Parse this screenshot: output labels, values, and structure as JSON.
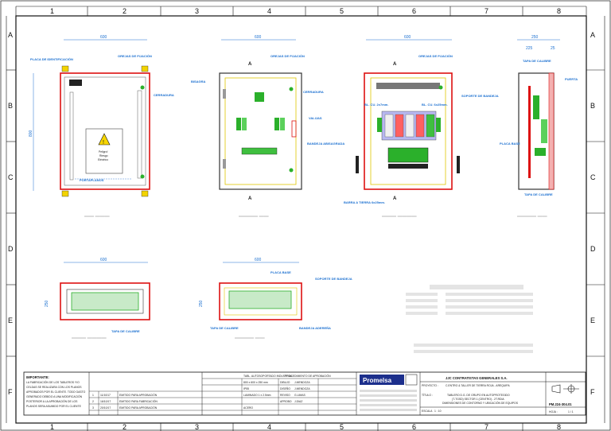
{
  "grid": {
    "columns": [
      "1",
      "2",
      "3",
      "4",
      "5",
      "6",
      "7",
      "8"
    ],
    "rows": [
      "A",
      "B",
      "C",
      "D",
      "E",
      "F"
    ]
  },
  "views": {
    "front": {
      "width_dim": "600",
      "height_dim": "800",
      "labels": [
        "PLACA DE IDENTIFICACIÓN",
        "OREJAS DE FIJACIÓN",
        "CERRADURA",
        "PORTAPLANOS"
      ],
      "warning_text": [
        "Peligro!",
        "Riesgo",
        "Eléctrico"
      ]
    },
    "interior_door": {
      "width_dim": "600",
      "section": "A",
      "labels": [
        "BISAGRA",
        "OREJAS DE FIJACIÓN",
        "CERRADURA",
        "VALIJAS",
        "BANDEJA ABISAGRADA"
      ]
    },
    "interior": {
      "width_dim": "600",
      "section": "A",
      "labels": [
        "OREJAS DE FIJACIÓN",
        "SOPORTE DE BANDEJA",
        "BL. CU. 2x7mm.",
        "BL. CU. 6x25mm.",
        "BARRA A TIERRA 6x25mm."
      ]
    },
    "side": {
      "width_dims": [
        "250",
        "225",
        "25"
      ],
      "labels": [
        "TAPA DE CALIBRE",
        "PUERTA",
        "PLACA BASE",
        "TAPA DE CALIBRE"
      ]
    },
    "bottom_left": {
      "width_dim": "600",
      "height_dim": "250",
      "labels": [
        "TAPA DE CALIBRE"
      ]
    },
    "bottom_mid": {
      "width_dim": "600",
      "height_dim": "250",
      "labels": [
        "PLACA BASE",
        "SOPORTE DE BANDEJA",
        "TAPA DE CALIBRE",
        "BANDEJA ADEREÑA"
      ]
    }
  },
  "titleblock": {
    "notes_title": "IMPORTANTE:",
    "notes": [
      "LA FABRICACIÓN DE LOS TABLEROS Y/O",
      "CELDAS SE REALIZARA CON LOS PLANOS",
      "APROBADOS POR EL CLIENTE. TODO GASTO",
      "GENERADO DEBIDO A UNA MODIFICACIÓN",
      "POSTERIOR A LA APROBACIÓN DE LOS",
      "PLANOS SERA ASUMIDO POR EL CLIENTE"
    ],
    "revisions": [
      {
        "rev": "1",
        "date": "11/10/17",
        "desc": "EMITIDO PARA APROBACIÓN"
      },
      {
        "rev": "2",
        "date": "16/10/17",
        "desc": "EMITIDO PARA FABRICACIÓN"
      },
      {
        "rev": "3",
        "date": "20/10/17",
        "desc": "EMITIDO PARA APROBACIÓN"
      }
    ],
    "company": "Promelsa",
    "client": "JJC CONTRATISTAS GENERALES S.A.",
    "project_label": "PROYECTO :",
    "project": "C.ENTRO & TALLER DE TIERRA ROJA - AREQUIPA",
    "title_label": "TÍTULO :",
    "title_lines": [
      "TABLERO D.G. DE GRUPO EN AUTOPROTEGIDO",
      "(T-TGSD) SECTOR 1 (CENTRO) - 2T.RDIA",
      "DIMENSIONES DE CONTORNO Y UBICACIÓN DE EQUIPOS"
    ],
    "plan_number": "PM.224-304.01",
    "sheet_label": "HOJA :",
    "sheet": "1 / 1",
    "scale_label": "ESCALA",
    "scale": "1 : 10",
    "spec_header": "TABL. AUTOSOPORTADO INDUSTRIAL",
    "spec_size": "800 x 600 x 250 mm",
    "spec_ip": "IP55",
    "spec_color": "ACERO",
    "spec_material": "LAMINADO 1 x 2.5mm",
    "approvals_header": "PROCEDIMIENTO DE APROBACIÓN",
    "approvals": [
      {
        "role": "DIBUJO",
        "name": "J.MENDOZA"
      },
      {
        "role": "DISEÑO",
        "name": "J.MENDOZA"
      },
      {
        "role": "REVISO",
        "name": "G.LIMAS"
      },
      {
        "role": "APROBO",
        "name": "J.DIAZ"
      }
    ]
  }
}
